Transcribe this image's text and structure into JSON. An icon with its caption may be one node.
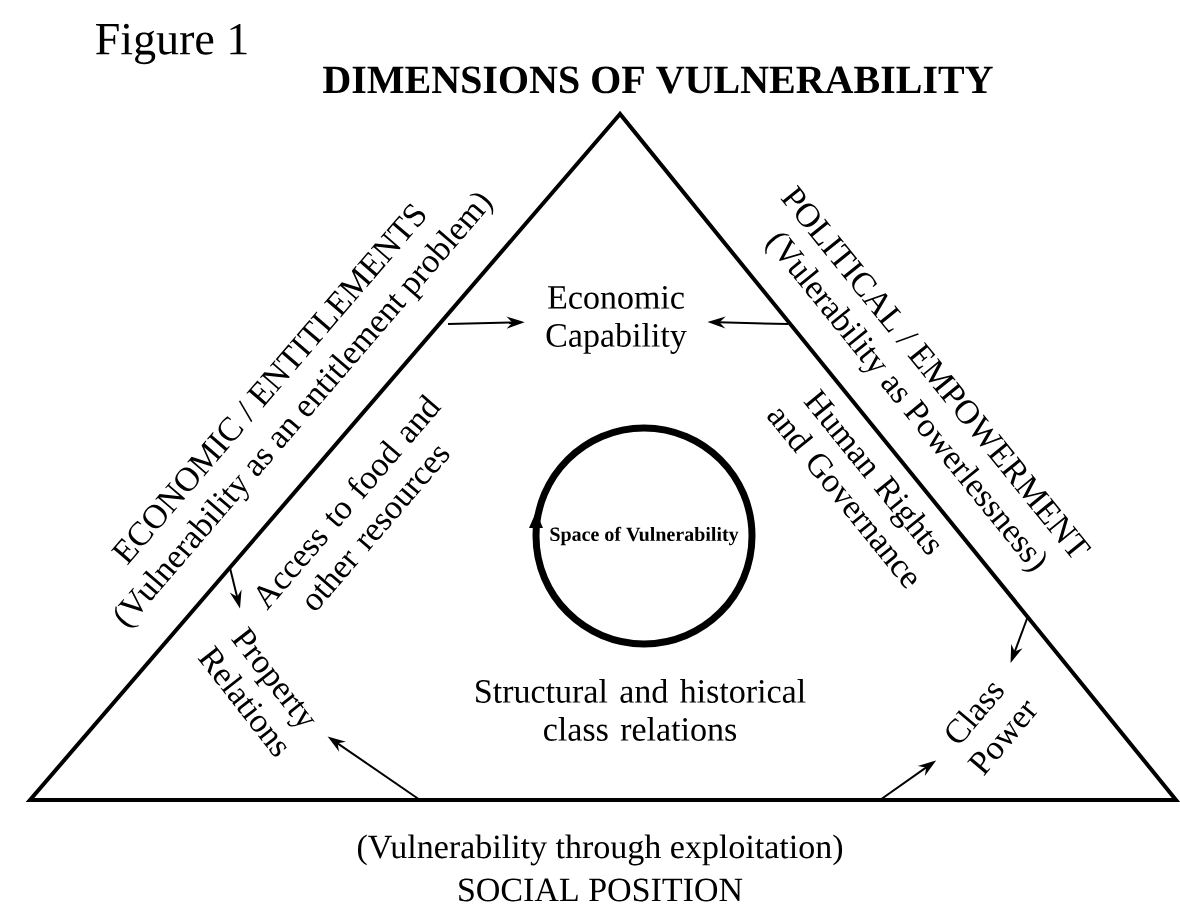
{
  "diagram": {
    "title": "DIMENSIONS OF VULNERABILITY",
    "nodes": [
      {
        "text": [
          "Economic Capability"
        ]
      },
      {
        "text": [
          "Property Relations"
        ]
      },
      {
        "text": [
          "Class Power"
        ]
      },
      {
        "text": [
          "Space of Vulnerability"
        ]
      },
      {
        "text": [
          "ECONOMIC / ENTITLEMENTS",
          "(Vulnerability as an entitlement problem)"
        ]
      },
      {
        "text": [
          "POLITICAL / EMPOWERMENT",
          "(Vulerability as Powerlessness)"
        ]
      },
      {
        "text": [
          "(Vulnerability through exploitation)",
          "SOCIAL POSITION"
        ]
      }
    ],
    "edges": [
      {
        "from": 4,
        "to": 0,
        "arrow": "to"
      },
      {
        "from": 5,
        "to": 0,
        "arrow": "to"
      },
      {
        "from": 4,
        "to": 1,
        "arrow": "to"
      },
      {
        "from": 6,
        "to": 1,
        "arrow": "to"
      },
      {
        "from": 5,
        "to": 2,
        "arrow": "to"
      },
      {
        "from": 6,
        "to": 2,
        "arrow": "to"
      }
    ],
    "labels": [
      "Figure 1",
      "Access to food and other resources",
      "Human Rights and Governance",
      "Structural and historical class relations"
    ]
  }
}
